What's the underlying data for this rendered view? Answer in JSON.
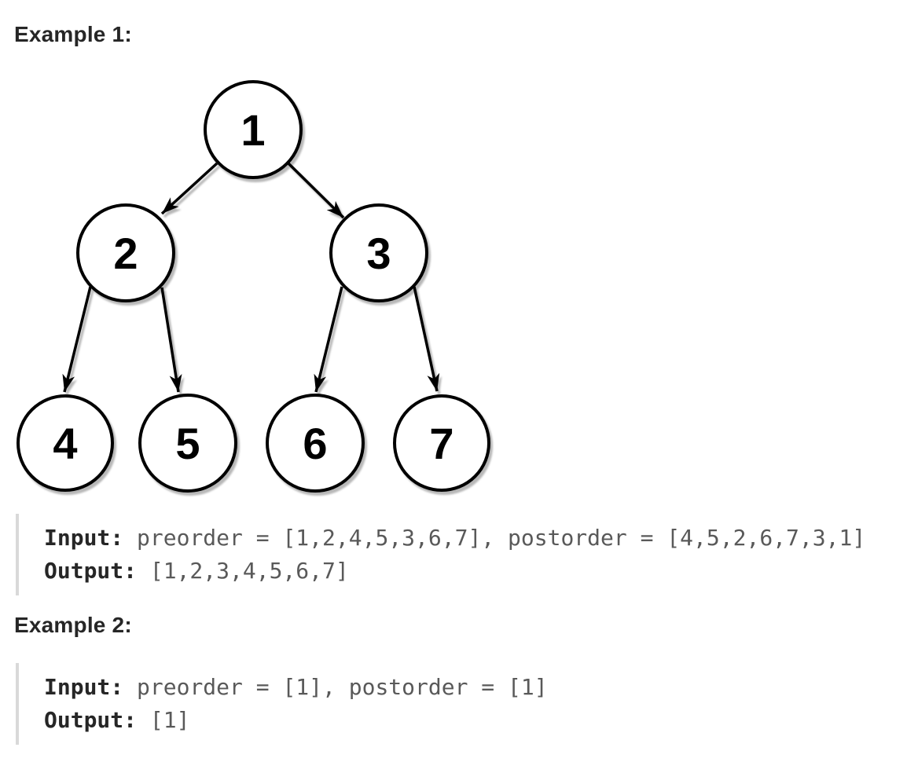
{
  "page": {
    "background": "#ffffff"
  },
  "colors": {
    "heading_text": "#262626",
    "code_label_text": "#262626",
    "code_value_text": "#595959",
    "codeblock_left_border": "#d9d9d9",
    "tree_stroke": "#000000",
    "tree_fill": "#ffffff"
  },
  "examples": [
    {
      "heading": "Example 1:",
      "input_label": "Input: ",
      "input_value": "preorder = [1,2,4,5,3,6,7], postorder = [4,5,2,6,7,3,1]",
      "output_label": "Output: ",
      "output_value": "[1,2,3,4,5,6,7]"
    },
    {
      "heading": "Example 2:",
      "input_label": "Input: ",
      "input_value": "preorder = [1], postorder = [1]",
      "output_label": "Output: ",
      "output_value": "[1]"
    }
  ],
  "tree": {
    "description": "binary tree diagram",
    "nodes": [
      {
        "label": "1"
      },
      {
        "label": "2"
      },
      {
        "label": "3"
      },
      {
        "label": "4"
      },
      {
        "label": "5"
      },
      {
        "label": "6"
      },
      {
        "label": "7"
      }
    ],
    "edges": [
      {
        "from": "1",
        "to": "2"
      },
      {
        "from": "1",
        "to": "3"
      },
      {
        "from": "2",
        "to": "4"
      },
      {
        "from": "2",
        "to": "5"
      },
      {
        "from": "3",
        "to": "6"
      },
      {
        "from": "3",
        "to": "7"
      }
    ]
  }
}
